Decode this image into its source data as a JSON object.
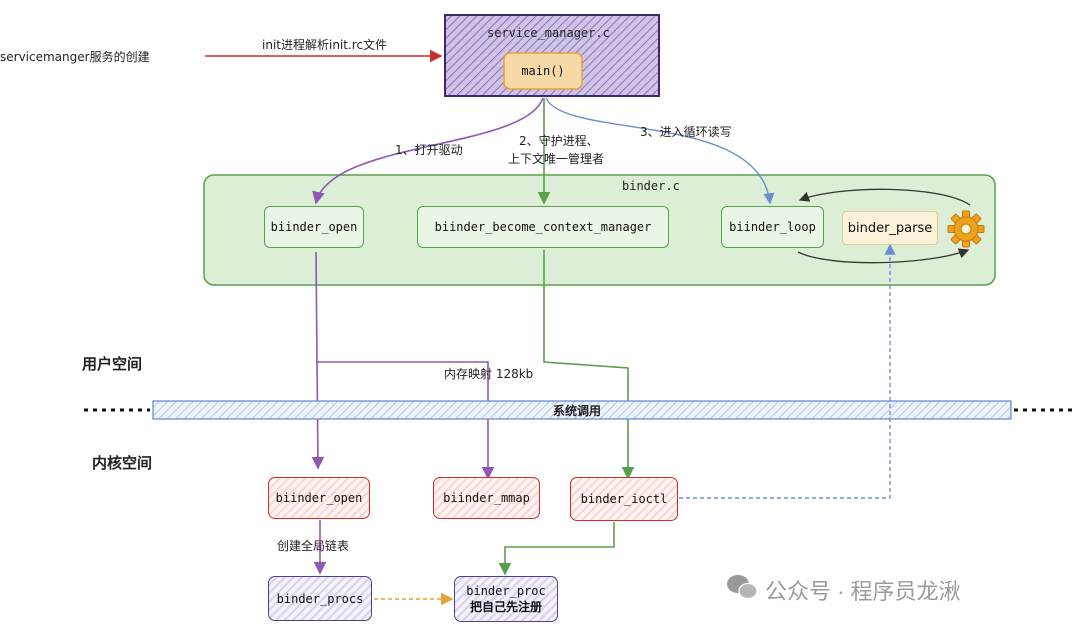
{
  "side_label": "servicemanger服务的创建",
  "init_label": "init进程解析init.rc文件",
  "service_manager": {
    "title": "service_manager.c",
    "main": "main()"
  },
  "steps": {
    "step1": "1、打开驱动",
    "step2_line1": "2、守护进程、",
    "step2_line2": "上下文唯一管理者",
    "step3": "3、进入循环读写"
  },
  "binder_c": {
    "title": "binder.c",
    "open": "biinder_open",
    "become": "biinder_become_context_manager",
    "loop": "biinder_loop",
    "parse": "binder_parse",
    "gear_icon": "gear-icon"
  },
  "user_space": "用户空间",
  "mmap_label": "内存映射 128kb",
  "syscall": "系统调用",
  "kernel_space": "内核空间",
  "kernel": {
    "open": "biinder_open",
    "mmap": "biinder_mmap",
    "ioctl": "binder_ioctl"
  },
  "create_list": "创建全局链表",
  "procs": "binder_procs",
  "proc_title": "binder_proc",
  "proc_sub": "把自己先注册",
  "watermark": "公众号 · 程序员龙湫",
  "colors": {
    "purple": "#8e58b4",
    "green": "#5aa04a",
    "blue": "#6b8ecf",
    "red": "#c9302c",
    "orange": "#e6a23c"
  }
}
